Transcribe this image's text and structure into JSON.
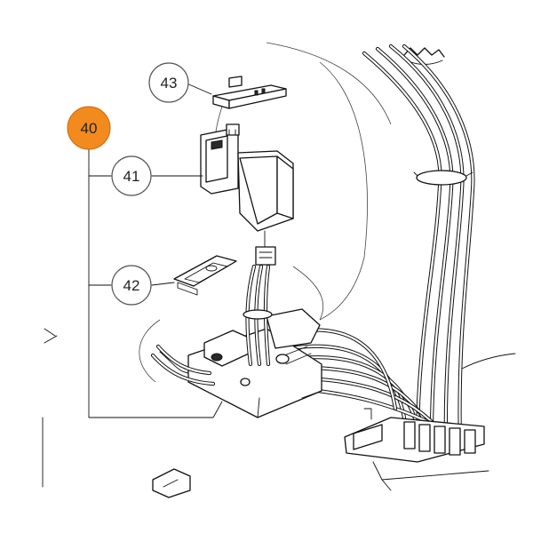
{
  "diagram": {
    "callouts": [
      {
        "id": "40",
        "label": "40",
        "highlight": true
      },
      {
        "id": "41",
        "label": "41",
        "highlight": false
      },
      {
        "id": "42",
        "label": "42",
        "highlight": false
      },
      {
        "id": "43",
        "label": "43",
        "highlight": false
      }
    ],
    "colors": {
      "highlight_fill": "#f28a1e",
      "callout_fill": "#ffffff",
      "line": "#111111"
    }
  }
}
